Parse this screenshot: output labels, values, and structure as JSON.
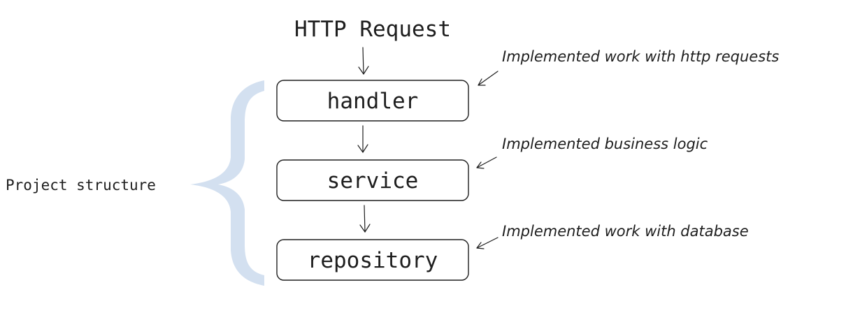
{
  "request_label": "HTTP Request",
  "layers": [
    {
      "label": "handler",
      "annotation": "Implemented work with http requests"
    },
    {
      "label": "service",
      "annotation": "Implemented business logic"
    },
    {
      "label": "repository",
      "annotation": "Implemented work with database"
    }
  ],
  "structure_label": "Project structure",
  "colors": {
    "brace": "#d3e0f0",
    "stroke": "#1e1e1e",
    "background": "#ffffff"
  }
}
